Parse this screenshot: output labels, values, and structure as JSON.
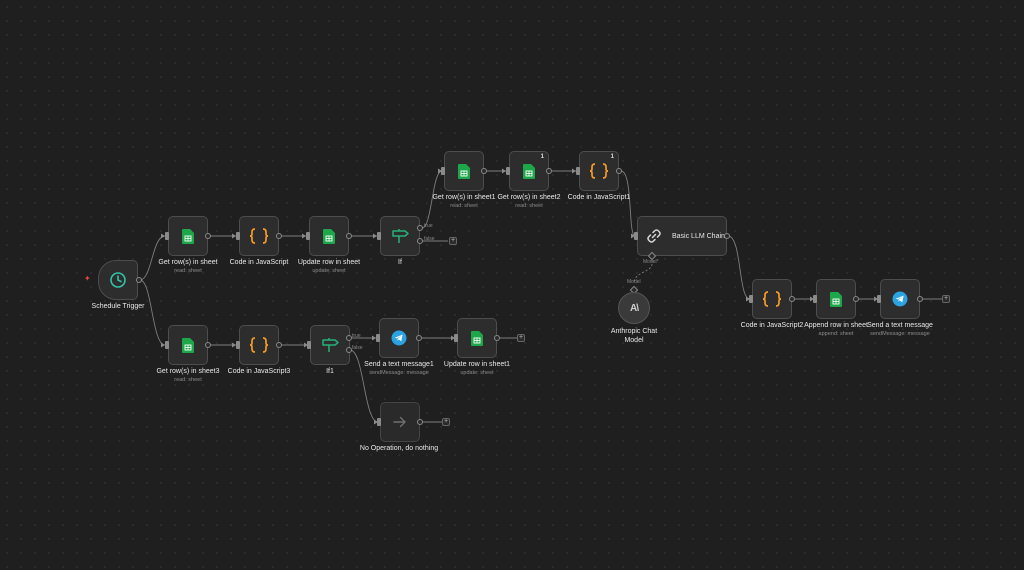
{
  "workflow": {
    "trigger_label": "Schedule Trigger",
    "nodes": {
      "get_rows": {
        "label": "Get row(s) in sheet",
        "sub": "read: sheet"
      },
      "code_js": {
        "label": "Code in JavaScript"
      },
      "update_row": {
        "label": "Update row in sheet",
        "sub": "update: sheet"
      },
      "if_node": {
        "label": "If",
        "true_label": "true",
        "false_label": "false"
      },
      "get_rows1": {
        "label": "Get row(s) in sheet1",
        "sub": "read: sheet"
      },
      "get_rows2": {
        "label": "Get row(s) in sheet2",
        "sub": "read: sheet",
        "badge": "1"
      },
      "code_js1": {
        "label": "Code in JavaScript1",
        "badge": "1"
      },
      "llm_chain": {
        "label": "Basic LLM Chain",
        "model_label": "Model*"
      },
      "anthropic": {
        "label": "Anthropic Chat Model",
        "model_tag": "Model",
        "icon_text": "A\\"
      },
      "code_js2": {
        "label": "Code in JavaScript2"
      },
      "append_row": {
        "label": "Append row in sheet",
        "sub": "append: sheet"
      },
      "send_msg": {
        "label": "Send a text message",
        "sub": "sendMessage: message"
      },
      "get_rows3": {
        "label": "Get row(s) in sheet3",
        "sub": "read: sheet"
      },
      "code_js3": {
        "label": "Code in JavaScript3"
      },
      "if1": {
        "label": "If1",
        "true_label": "true",
        "false_label": "false"
      },
      "send_msg1": {
        "label": "Send a text message1",
        "sub": "sendMessage: message"
      },
      "update_row1": {
        "label": "Update row in sheet1",
        "sub": "update: sheet"
      },
      "noop": {
        "label": "No Operation, do nothing"
      }
    },
    "add_symbol": "+"
  },
  "colors": {
    "sheets_green": "#1ea64a",
    "code_orange": "#f59a24",
    "if_green": "#27b07a",
    "telegram_blue": "#2aa3e0",
    "trigger_teal": "#35c2a8",
    "edge_gray": "#7d7d7d",
    "error_red": "#e6463c"
  },
  "icons": {
    "trigger": "clock-icon",
    "sheets": "google-sheets-icon",
    "code": "code-braces-icon",
    "if": "if-signpost-icon",
    "telegram": "telegram-icon",
    "chain": "link-icon",
    "anthropic": "anthropic-icon",
    "noop": "arrow-right-icon",
    "add": "plus-icon",
    "bolt": "lightning-icon"
  }
}
